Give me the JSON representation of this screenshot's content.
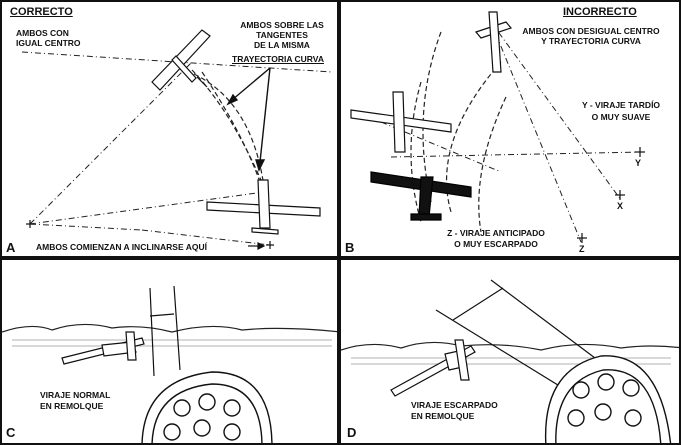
{
  "panel_a": {
    "title": "CORRECTO",
    "same_center_1": "AMBOS CON",
    "same_center_2": "IGUAL CENTRO",
    "tangent_1": "AMBOS SOBRE LAS",
    "tangent_2": "TANGENTES",
    "tangent_3": "DE LA MISMA",
    "tangent_4": "TRAYECTORIA CURVA",
    "bank_here": "AMBOS COMIENZAN A INCLINARSE AQUÍ",
    "letter": "A"
  },
  "panel_b": {
    "title": "INCORRECTO",
    "uneven_1": "AMBOS CON DESIGUAL CENTRO",
    "uneven_2": "Y TRAYECTORIA CURVA",
    "late_1": "Y - VIRAJE TARDÍO",
    "late_2": "O MUY SUAVE",
    "early_1": "Z - VIRAJE ANTICIPADO",
    "early_2": "O MUY ESCARPADO",
    "mark_y": "Y",
    "mark_x": "X",
    "mark_z": "Z",
    "letter": "B"
  },
  "panel_c": {
    "caption_1": "VIRAJE NORMAL",
    "caption_2": "EN REMOLQUE",
    "letter": "C"
  },
  "panel_d": {
    "caption_1": "VIRAJE ESCARPADO",
    "caption_2": "EN REMOLQUE",
    "letter": "D"
  }
}
